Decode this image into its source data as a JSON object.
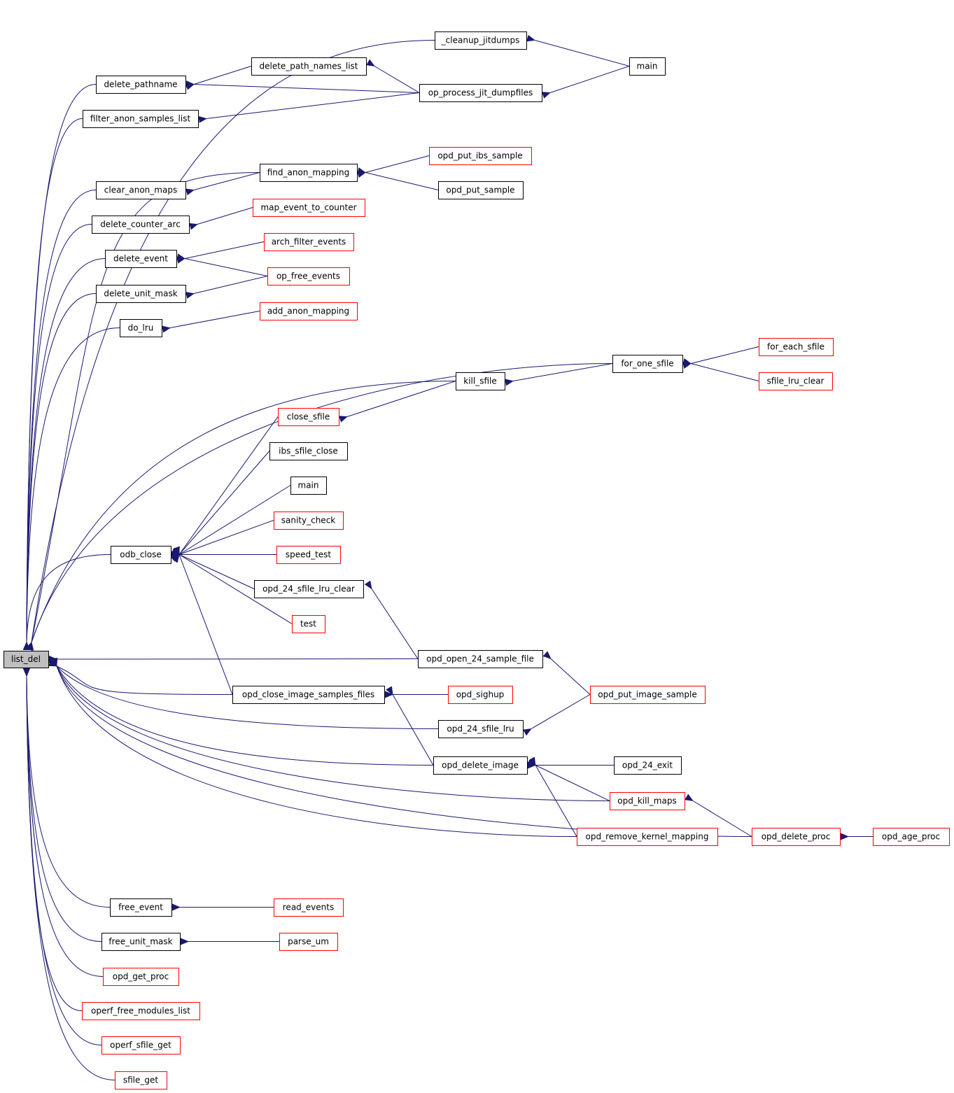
{
  "graph": {
    "type": "call-graph",
    "colors": {
      "edge": "#191970",
      "border_normal": "#000000",
      "border_truncated": "#ff0000",
      "root_fill": "#bfbfbf",
      "fill": "#ffffff"
    },
    "nodes": [
      {
        "id": "list_del",
        "label": "list_del",
        "kind": "root"
      },
      {
        "id": "cleanup_jitdumps",
        "label": "_cleanup_jitdumps",
        "kind": "normal"
      },
      {
        "id": "main1",
        "label": "main",
        "kind": "normal"
      },
      {
        "id": "delete_path_names_list",
        "label": "delete_path_names_list",
        "kind": "normal"
      },
      {
        "id": "delete_pathname",
        "label": "delete_pathname",
        "kind": "normal"
      },
      {
        "id": "op_process_jit_dumpfiles",
        "label": "op_process_jit_dumpfiles",
        "kind": "normal"
      },
      {
        "id": "filter_anon_samples_list",
        "label": "filter_anon_samples_list",
        "kind": "normal"
      },
      {
        "id": "find_anon_mapping",
        "label": "find_anon_mapping",
        "kind": "normal"
      },
      {
        "id": "opd_put_ibs_sample",
        "label": "opd_put_ibs_sample",
        "kind": "truncated"
      },
      {
        "id": "clear_anon_maps",
        "label": "clear_anon_maps",
        "kind": "normal"
      },
      {
        "id": "opd_put_sample",
        "label": "opd_put_sample",
        "kind": "normal"
      },
      {
        "id": "map_event_to_counter",
        "label": "map_event_to_counter",
        "kind": "truncated"
      },
      {
        "id": "delete_counter_arc",
        "label": "delete_counter_arc",
        "kind": "normal"
      },
      {
        "id": "arch_filter_events",
        "label": "arch_filter_events",
        "kind": "truncated"
      },
      {
        "id": "delete_event",
        "label": "delete_event",
        "kind": "normal"
      },
      {
        "id": "op_free_events",
        "label": "op_free_events",
        "kind": "truncated"
      },
      {
        "id": "delete_unit_mask",
        "label": "delete_unit_mask",
        "kind": "normal"
      },
      {
        "id": "add_anon_mapping",
        "label": "add_anon_mapping",
        "kind": "truncated"
      },
      {
        "id": "do_lru",
        "label": "do_lru",
        "kind": "normal"
      },
      {
        "id": "for_each_sfile",
        "label": "for_each_sfile",
        "kind": "truncated"
      },
      {
        "id": "for_one_sfile",
        "label": "for_one_sfile",
        "kind": "normal"
      },
      {
        "id": "kill_sfile",
        "label": "kill_sfile",
        "kind": "normal"
      },
      {
        "id": "sfile_lru_clear",
        "label": "sfile_lru_clear",
        "kind": "truncated"
      },
      {
        "id": "close_sfile",
        "label": "close_sfile",
        "kind": "truncated"
      },
      {
        "id": "ibs_sfile_close",
        "label": "ibs_sfile_close",
        "kind": "normal"
      },
      {
        "id": "main2",
        "label": "main",
        "kind": "normal"
      },
      {
        "id": "sanity_check",
        "label": "sanity_check",
        "kind": "truncated"
      },
      {
        "id": "odb_close",
        "label": "odb_close",
        "kind": "normal"
      },
      {
        "id": "speed_test",
        "label": "speed_test",
        "kind": "truncated"
      },
      {
        "id": "opd_24_sfile_lru_clear",
        "label": "opd_24_sfile_lru_clear",
        "kind": "normal"
      },
      {
        "id": "test",
        "label": "test",
        "kind": "truncated"
      },
      {
        "id": "opd_open_24_sample_file",
        "label": "opd_open_24_sample_file",
        "kind": "normal"
      },
      {
        "id": "opd_close_image_samples_files",
        "label": "opd_close_image_samples_files",
        "kind": "normal"
      },
      {
        "id": "opd_sighup",
        "label": "opd_sighup",
        "kind": "truncated"
      },
      {
        "id": "opd_put_image_sample",
        "label": "opd_put_image_sample",
        "kind": "truncated"
      },
      {
        "id": "opd_24_sfile_lru",
        "label": "opd_24_sfile_lru",
        "kind": "normal"
      },
      {
        "id": "opd_delete_image",
        "label": "opd_delete_image",
        "kind": "normal"
      },
      {
        "id": "opd_24_exit",
        "label": "opd_24_exit",
        "kind": "normal"
      },
      {
        "id": "opd_kill_maps",
        "label": "opd_kill_maps",
        "kind": "truncated"
      },
      {
        "id": "opd_remove_kernel_mapping",
        "label": "opd_remove_kernel_mapping",
        "kind": "truncated"
      },
      {
        "id": "opd_delete_proc",
        "label": "opd_delete_proc",
        "kind": "truncated"
      },
      {
        "id": "opd_age_proc",
        "label": "opd_age_proc",
        "kind": "truncated"
      },
      {
        "id": "free_event",
        "label": "free_event",
        "kind": "normal"
      },
      {
        "id": "read_events",
        "label": "read_events",
        "kind": "truncated"
      },
      {
        "id": "free_unit_mask",
        "label": "free_unit_mask",
        "kind": "normal"
      },
      {
        "id": "parse_um",
        "label": "parse_um",
        "kind": "truncated"
      },
      {
        "id": "opd_get_proc",
        "label": "opd_get_proc",
        "kind": "truncated"
      },
      {
        "id": "operf_free_modules_list",
        "label": "operf_free_modules_list",
        "kind": "truncated"
      },
      {
        "id": "operf_sfile_get",
        "label": "operf_sfile_get",
        "kind": "truncated"
      },
      {
        "id": "sfile_get",
        "label": "sfile_get",
        "kind": "truncated"
      }
    ],
    "edges": [
      [
        "cleanup_jitdumps",
        "list_del"
      ],
      [
        "main1",
        "cleanup_jitdumps"
      ],
      [
        "main1",
        "op_process_jit_dumpfiles"
      ],
      [
        "delete_pathname",
        "list_del"
      ],
      [
        "delete_path_names_list",
        "delete_pathname"
      ],
      [
        "op_process_jit_dumpfiles",
        "delete_pathname"
      ],
      [
        "op_process_jit_dumpfiles",
        "delete_path_names_list"
      ],
      [
        "filter_anon_samples_list",
        "list_del"
      ],
      [
        "op_process_jit_dumpfiles",
        "filter_anon_samples_list"
      ],
      [
        "find_anon_mapping",
        "list_del"
      ],
      [
        "opd_put_ibs_sample",
        "find_anon_mapping"
      ],
      [
        "opd_put_sample",
        "find_anon_mapping"
      ],
      [
        "clear_anon_maps",
        "list_del"
      ],
      [
        "find_anon_mapping",
        "clear_anon_maps"
      ],
      [
        "delete_counter_arc",
        "list_del"
      ],
      [
        "map_event_to_counter",
        "delete_counter_arc"
      ],
      [
        "delete_event",
        "list_del"
      ],
      [
        "arch_filter_events",
        "delete_event"
      ],
      [
        "op_free_events",
        "delete_event"
      ],
      [
        "delete_unit_mask",
        "list_del"
      ],
      [
        "op_free_events",
        "delete_unit_mask"
      ],
      [
        "do_lru",
        "list_del"
      ],
      [
        "add_anon_mapping",
        "do_lru"
      ],
      [
        "for_one_sfile",
        "list_del"
      ],
      [
        "for_each_sfile",
        "for_one_sfile"
      ],
      [
        "sfile_lru_clear",
        "for_one_sfile"
      ],
      [
        "kill_sfile",
        "list_del"
      ],
      [
        "for_one_sfile",
        "kill_sfile"
      ],
      [
        "kill_sfile",
        "close_sfile"
      ],
      [
        "odb_close",
        "list_del"
      ],
      [
        "close_sfile",
        "odb_close"
      ],
      [
        "ibs_sfile_close",
        "odb_close"
      ],
      [
        "main2",
        "odb_close"
      ],
      [
        "sanity_check",
        "odb_close"
      ],
      [
        "speed_test",
        "odb_close"
      ],
      [
        "opd_24_sfile_lru_clear",
        "odb_close"
      ],
      [
        "test",
        "odb_close"
      ],
      [
        "opd_close_image_samples_files",
        "odb_close"
      ],
      [
        "opd_open_24_sample_file",
        "opd_24_sfile_lru_clear"
      ],
      [
        "opd_open_24_sample_file",
        "list_del"
      ],
      [
        "opd_put_image_sample",
        "opd_open_24_sample_file"
      ],
      [
        "opd_close_image_samples_files",
        "list_del"
      ],
      [
        "opd_sighup",
        "opd_close_image_samples_files"
      ],
      [
        "opd_delete_image",
        "opd_close_image_samples_files"
      ],
      [
        "opd_24_sfile_lru",
        "list_del"
      ],
      [
        "opd_put_image_sample",
        "opd_24_sfile_lru"
      ],
      [
        "opd_delete_image",
        "list_del"
      ],
      [
        "opd_24_exit",
        "opd_delete_image"
      ],
      [
        "opd_kill_maps",
        "opd_delete_image"
      ],
      [
        "opd_remove_kernel_mapping",
        "opd_delete_image"
      ],
      [
        "opd_kill_maps",
        "list_del"
      ],
      [
        "opd_delete_proc",
        "opd_kill_maps"
      ],
      [
        "opd_remove_kernel_mapping",
        "list_del"
      ],
      [
        "opd_delete_proc",
        "list_del"
      ],
      [
        "opd_age_proc",
        "opd_delete_proc"
      ],
      [
        "free_event",
        "list_del"
      ],
      [
        "read_events",
        "free_event"
      ],
      [
        "free_unit_mask",
        "list_del"
      ],
      [
        "parse_um",
        "free_unit_mask"
      ],
      [
        "opd_get_proc",
        "list_del"
      ],
      [
        "operf_free_modules_list",
        "list_del"
      ],
      [
        "operf_sfile_get",
        "list_del"
      ],
      [
        "sfile_get",
        "list_del"
      ]
    ]
  }
}
